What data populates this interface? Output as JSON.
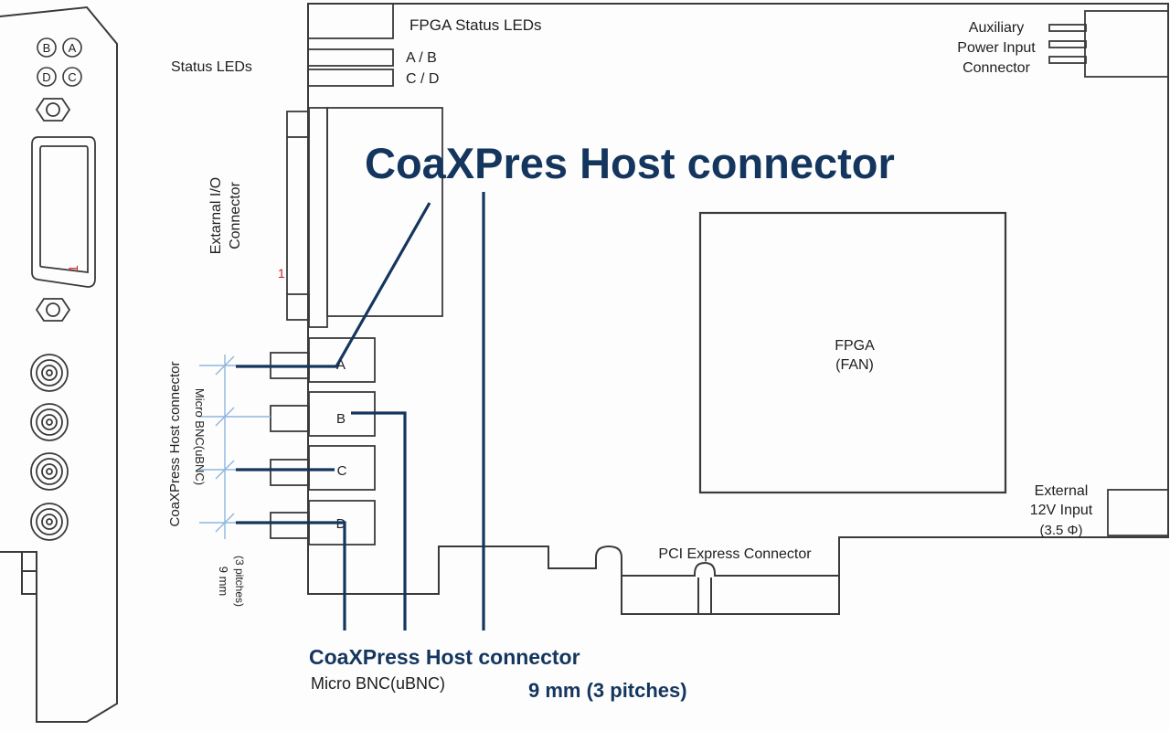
{
  "bracket": {
    "led_labels": [
      "A",
      "B",
      "D",
      "C"
    ],
    "pin1_label": "1"
  },
  "board": {
    "status_leds_label": "Status LEDs",
    "fpga_status_leds_label": "FPGA Status LEDs",
    "led_ab_label": "A / B",
    "led_cd_label": "C / D",
    "aux_power_label": [
      "Auxiliary",
      "Power Input",
      "Connector"
    ],
    "external_io_label": [
      "Extarnal I/O",
      "Connector"
    ],
    "pin1_label": "1",
    "fpga_label": [
      "FPGA",
      "(FAN)"
    ],
    "ext12v_label": [
      "External",
      "12V Input",
      "(3.5 Φ)"
    ],
    "pcie_label": "PCI Express Connector",
    "port_labels": [
      "A",
      "B",
      "C",
      "D"
    ]
  },
  "side_annotation": {
    "host_connector": "CoaXPress Host connector",
    "micro_bnc": "Micro BNC(uBNC)",
    "pitch_value": "9 mm",
    "pitch_note": "(3 pitches)"
  },
  "callouts": {
    "top_title": "CoaXPres Host connector",
    "bottom_title": "CoaXPress Host connector",
    "bottom_subtitle": "Micro BNC(uBNC)",
    "pitch": "9 mm (3 pitches)"
  },
  "colors": {
    "line": "#3a3a3a",
    "callout": "#14365e",
    "pin_marker": "#c8202a",
    "dimension": "#8fb6de"
  }
}
